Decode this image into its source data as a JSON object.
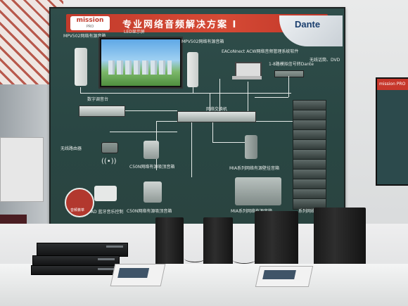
{
  "booth": {
    "panel_title": "专业网络音频解决方案 I",
    "brand_logo_top": "mission",
    "brand_logo_bottom": "PRO",
    "dante_logo": "Dante",
    "side_screen_label": "mission PRO"
  },
  "diagram_labels": {
    "led_screen": "LED显示屏",
    "left_speaker": "MPV502网络有源音箱",
    "right_speaker": "MPV502网络有源音箱",
    "console": "数字调音台",
    "laptop": "EACoNnect ACW网络音频管理系统软件",
    "converter": "1-8路模拟信号转Dante",
    "source": "无线话筒、DVD",
    "network_switch": "网络交换机",
    "wireless_router": "无线路由器",
    "ceiling_speaker_a": "C50N网络有源吸顶音箱",
    "ceiling_speaker_b": "C50N网络有源吸顶音箱",
    "ipad": "iPAD 蓝牙音乐控制",
    "wall_speaker": "MIA系列网络有源壁挂音箱",
    "sub_speaker": "MIA系列网络有源音箱",
    "line_array": "系列网络有源"
  },
  "badge": {
    "label": "音频荟萃"
  }
}
